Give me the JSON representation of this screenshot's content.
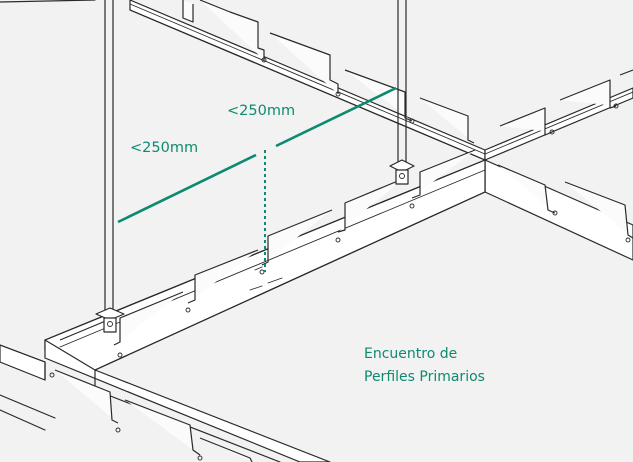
{
  "dimension_labels": {
    "upper": "<250mm",
    "lower": "<250mm"
  },
  "caption": {
    "line1": "Encuentro de",
    "line2": "Perfiles Primarios"
  },
  "colors": {
    "accent": "#0d8a70",
    "line": "#2a2a2a",
    "background": "#f2f2f2"
  }
}
